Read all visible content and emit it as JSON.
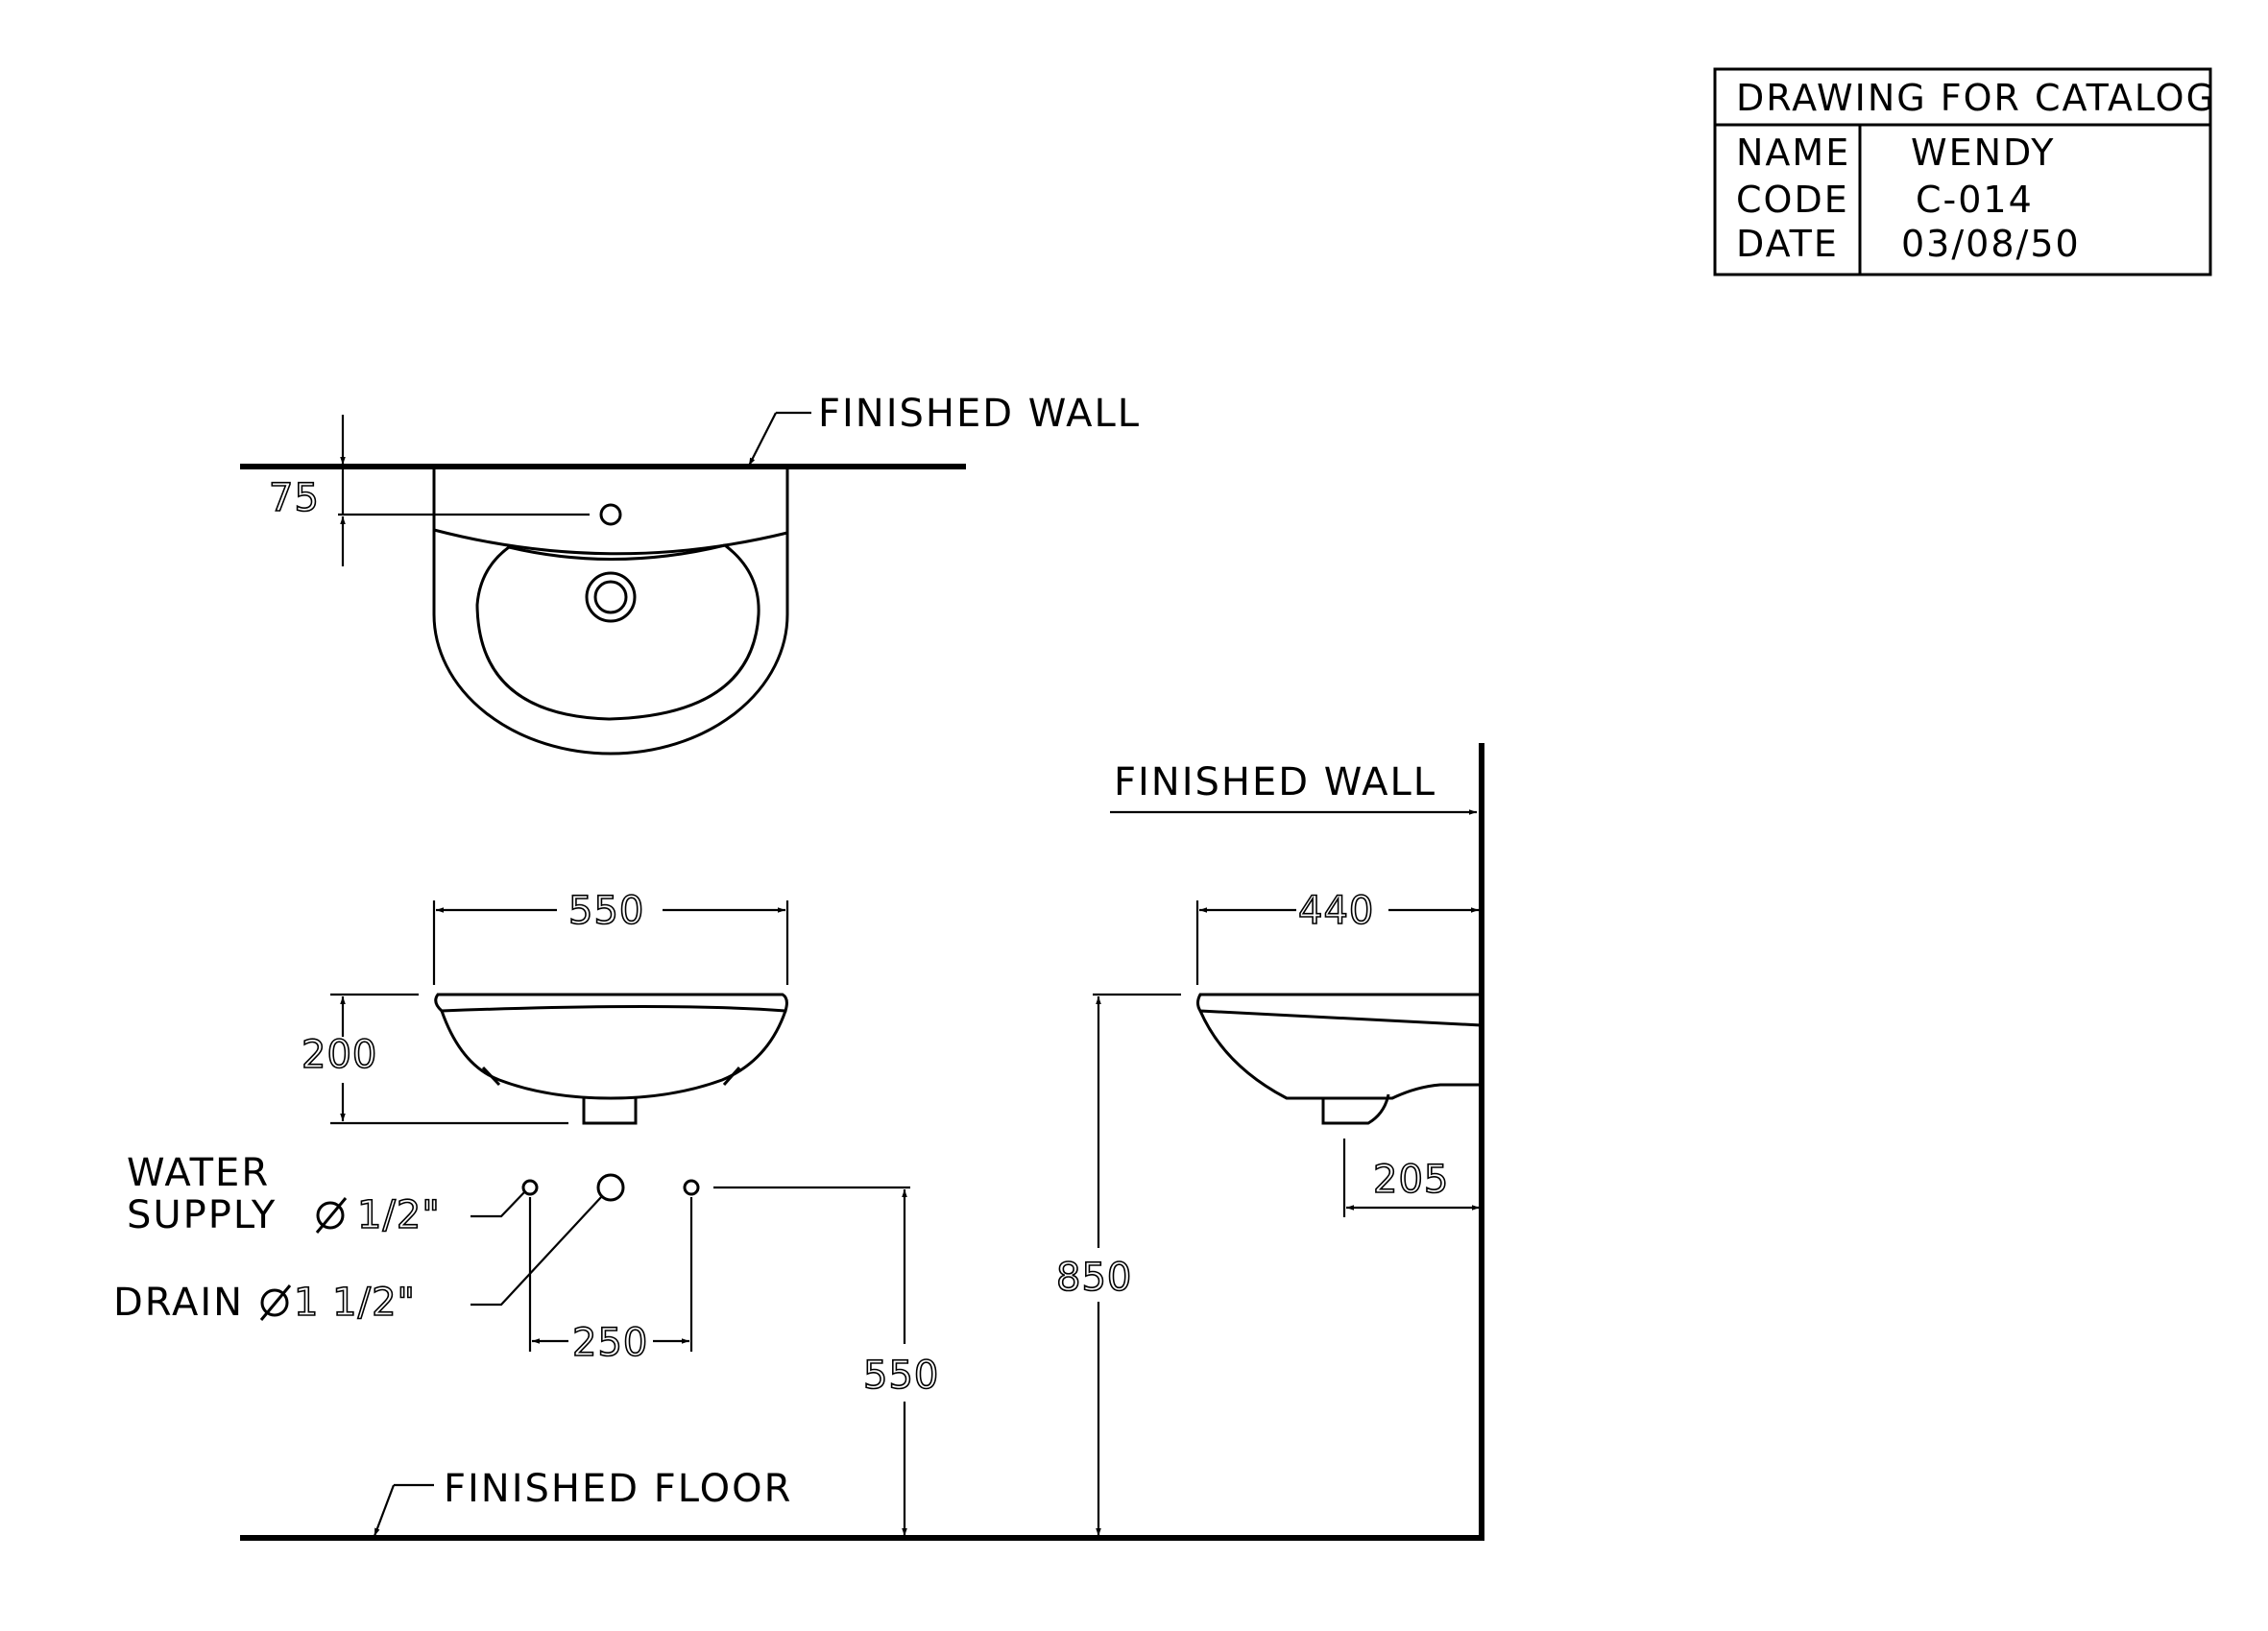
{
  "title_block": {
    "heading": "DRAWING FOR CATALOG",
    "rows": [
      {
        "key": "NAME",
        "value": "WENDY"
      },
      {
        "key": "CODE",
        "value": "C-014"
      },
      {
        "key": "DATE",
        "value": "03/08/50"
      }
    ]
  },
  "labels": {
    "finished_wall_top": "FINISHED  WALL",
    "finished_wall_side": "FINISHED  WALL",
    "finished_floor": "FINISHED  FLOOR",
    "water_line1": "WATER",
    "water_line2": "SUPPLY",
    "water_size": "1/2\"",
    "drain": "DRAIN",
    "drain_size": "1  1/2\"",
    "diameter_symbol": "Ø"
  },
  "dimensions": {
    "wall_offset": "75",
    "basin_width": "550",
    "basin_height": "200",
    "pipe_spacing": "250",
    "pipe_height": "550",
    "basin_depth": "440",
    "drain_offset": "205",
    "rim_height": "850"
  },
  "colors": {
    "line": "#000000",
    "background": "#ffffff"
  }
}
